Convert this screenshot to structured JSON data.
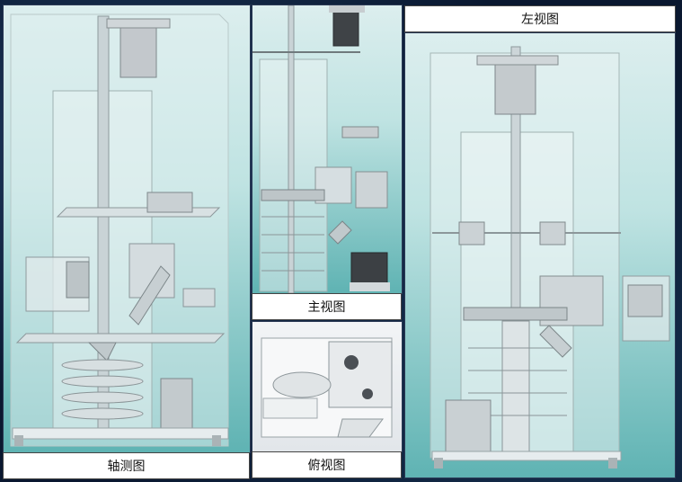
{
  "views": {
    "axonometric": {
      "label": "轴测图"
    },
    "front": {
      "label": "主视图"
    },
    "top": {
      "label": "俯视图"
    },
    "left": {
      "label": "左视图"
    }
  }
}
